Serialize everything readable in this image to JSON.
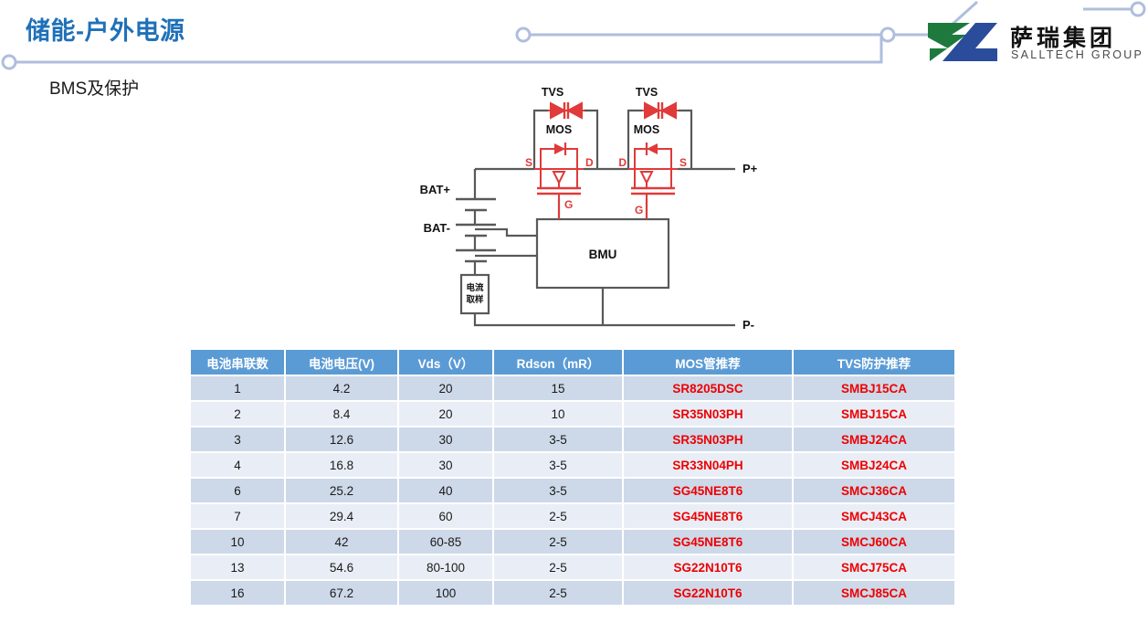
{
  "header": {
    "title": "储能-户外电源",
    "subtitle": "BMS及保护",
    "accent_color": "#1F70B8",
    "deco_line_color": "#AFBEDC"
  },
  "logo": {
    "cn_name": "萨瑞集团",
    "en_name": "SALLTECH GROUP",
    "green": "#1E7A3C",
    "blue": "#2B4C9B"
  },
  "diagram": {
    "name": "bms-protection-circuit",
    "labels": {
      "tvs_left": "TVS",
      "tvs_right": "TVS",
      "mos_left": "MOS",
      "mos_right": "MOS",
      "mos_left_s": "S",
      "mos_left_d": "D",
      "mos_left_g": "G",
      "mos_right_d": "D",
      "mos_right_s": "S",
      "mos_right_g": "G",
      "bat_pos": "BAT+",
      "bat_neg": "BAT-",
      "shunt_line1": "电流",
      "shunt_line2": "取样",
      "bmu": "BMU",
      "p_pos": "P+",
      "p_neg": "P-"
    },
    "wire_color": "#595959",
    "device_color": "#E03A3A"
  },
  "table": {
    "name": "mos-tvs-selection-table",
    "header_bg": "#5B9BD5",
    "part_color": "#EE0000",
    "columns": [
      "电池串联数",
      "电池电压(V)",
      "Vds（V）",
      "Rdson（mR）",
      "MOS管推荐",
      "TVS防护推荐"
    ],
    "rows": [
      [
        "1",
        "4.2",
        "20",
        "15",
        "SR8205DSC",
        "SMBJ15CA"
      ],
      [
        "2",
        "8.4",
        "20",
        "10",
        "SR35N03PH",
        "SMBJ15CA"
      ],
      [
        "3",
        "12.6",
        "30",
        "3-5",
        "SR35N03PH",
        "SMBJ24CA"
      ],
      [
        "4",
        "16.8",
        "30",
        "3-5",
        "SR33N04PH",
        "SMBJ24CA"
      ],
      [
        "6",
        "25.2",
        "40",
        "3-5",
        "SG45NE8T6",
        "SMCJ36CA"
      ],
      [
        "7",
        "29.4",
        "60",
        "2-5",
        "SG45NE8T6",
        "SMCJ43CA"
      ],
      [
        "10",
        "42",
        "60-85",
        "2-5",
        "SG45NE8T6",
        "SMCJ60CA"
      ],
      [
        "13",
        "54.6",
        "80-100",
        "2-5",
        "SG22N10T6",
        "SMCJ75CA"
      ],
      [
        "16",
        "67.2",
        "100",
        "2-5",
        "SG22N10T6",
        "SMCJ85CA"
      ]
    ]
  }
}
